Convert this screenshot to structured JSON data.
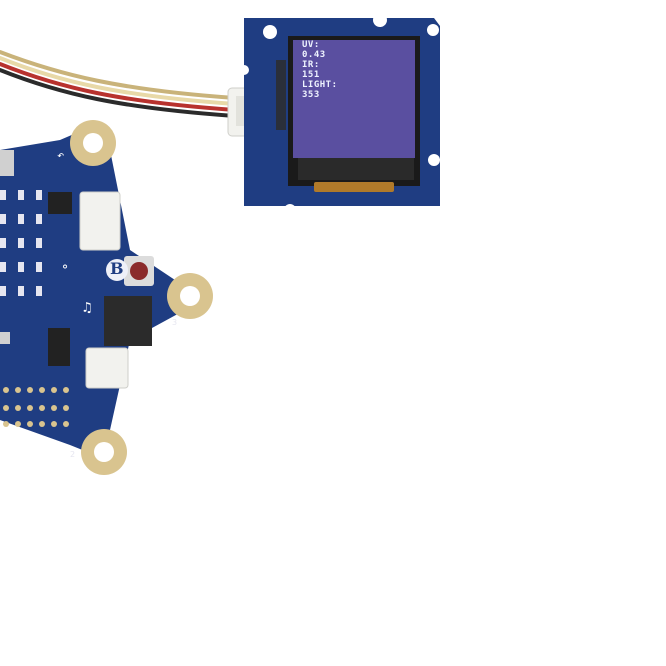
{
  "oled_lines": [
    "UV:",
    "0.43",
    "IR:",
    "151",
    "LIGHT:",
    "353"
  ],
  "board_labels": {
    "button_b": "B",
    "pad_3": "3",
    "pad_2": "2"
  },
  "colors": {
    "background": "#ffffff",
    "pcb": "#1f3d82",
    "pad_gold": "#d9c48f",
    "oled_screen": "#5a4fa0",
    "connector": "#f2f2ee"
  },
  "icons": [
    "usb-port-icon",
    "reset-arrow-icon",
    "music-note-icon",
    "lock-icon"
  ]
}
